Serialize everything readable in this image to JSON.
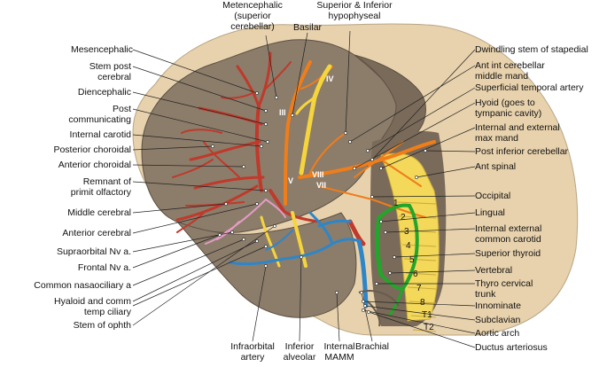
{
  "labels_left": [
    "Mesencephalic",
    "Stem post\ncerebral",
    "Diencephalic",
    "Post\ncommunicating",
    "Internal carotid",
    "Posterior choroidal",
    "Anterior choroidal",
    "Remnant of\nprimit olfactory",
    "Middle cerebral",
    "Anterior cerebral",
    "Supraorbital Nv a.",
    "Frontal Nv a.",
    "Common nasaociliary a",
    "Hyaloid and comm\ntemp ciliary",
    "Stem of ophth"
  ],
  "labels_top": [
    "Metencephalic\n(superior\ncerebellar)",
    "Basilar",
    "Superior & Inferior\nhypophyseal"
  ],
  "labels_right": [
    "Dwindling stem of stapedial",
    "Ant int cerebellar\nmiddle mand",
    "Superficial temporal artery",
    "Hyoid (goes to\ntympanic cavity)",
    "Internal and external\nmax mand",
    "Post inferior cerebellar",
    "Ant spinal",
    "Occipital",
    "Lingual",
    "Internal external\ncommon carotid",
    "Superior thyroid",
    "Vertebral",
    "Thyro cervical\ntrunk",
    "Innominate",
    "Subclavian",
    "Aortic arch",
    "Ductus arteriosus"
  ],
  "labels_bottom": [
    "Infraorbital\nartery",
    "Inferior\nalveolar",
    "Internal\nMAMM",
    "Brachial"
  ],
  "roman_numerals": [
    "IV",
    "III",
    "VIII",
    "VII",
    "V"
  ],
  "segment_numbers": [
    "1",
    "2",
    "3",
    "4",
    "5",
    "6",
    "7",
    "8",
    "T1",
    "T2"
  ],
  "colors": {
    "outer_tissue": "#e8d2ad",
    "brain": "#8c7c6a",
    "brain_dark": "#7a6a59",
    "red_artery": "#c0392b",
    "orange_artery": "#ef7d1a",
    "yellow_artery": "#f6d53c",
    "blue_artery": "#2e86c8",
    "green_artery": "#23a52b",
    "pink_artery": "#e39bc6",
    "vertebrae": "#f3d85a"
  }
}
